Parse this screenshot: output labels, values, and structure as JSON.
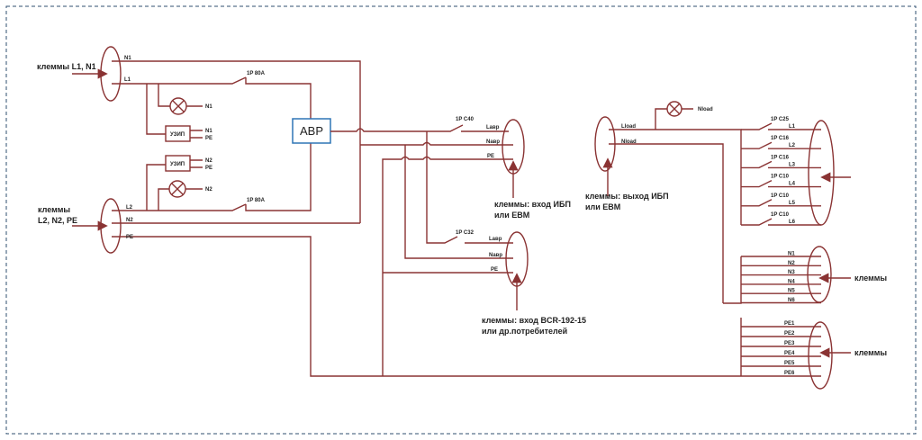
{
  "input1": {
    "label": "клеммы L1, N1",
    "n": "N1",
    "l": "L1"
  },
  "input2": {
    "label_line1": "клеммы",
    "label_line2": "L2, N2, PE",
    "l": "L2",
    "n": "N2",
    "pe": "PE"
  },
  "breaker1": "1P 80A",
  "breaker2": "1P 80A",
  "lamp1_out": "N1",
  "lamp2_out": "N2",
  "spd1": {
    "label": "УЗИП",
    "out1": "N1",
    "out2": "PE"
  },
  "spd2": {
    "label": "УЗИП",
    "out1": "N2",
    "out2": "PE"
  },
  "abp": "АВР",
  "ups_in": {
    "breaker": "1P C40",
    "l": "Lавр",
    "n": "Nавр",
    "pe": "PE",
    "label_line1": "клеммы: вход ИБП",
    "label_line2": "или EBM"
  },
  "bcr_in": {
    "breaker": "1P C32",
    "l": "Lавр",
    "n": "Nавр",
    "pe": "PE",
    "label_line1": "клеммы: вход BCR-192-15",
    "label_line2": "или др.потребителей"
  },
  "ups_out": {
    "l": "Lload",
    "n": "Nload",
    "lamp_out": "Nload",
    "label_line1": "клеммы: выход ИБП",
    "label_line2": "или EBM"
  },
  "outputs": [
    {
      "breaker": "1P C25",
      "line": "L1"
    },
    {
      "breaker": "1P C16",
      "line": "L2"
    },
    {
      "breaker": "1P C16",
      "line": "L3"
    },
    {
      "breaker": "1P C10",
      "line": "L4"
    },
    {
      "breaker": "1P C10",
      "line": "L5"
    },
    {
      "breaker": "1P C10",
      "line": "L6"
    }
  ],
  "neutrals": [
    "N1",
    "N2",
    "N3",
    "N4",
    "N5",
    "N6"
  ],
  "neutral_label": "клеммы",
  "earths": [
    "PE1",
    "PE2",
    "PE3",
    "PE4",
    "PE5",
    "PE6"
  ],
  "earth_label": "клеммы",
  "colors": {
    "wire": "#8a3333",
    "abp_border": "#2e75b6"
  }
}
